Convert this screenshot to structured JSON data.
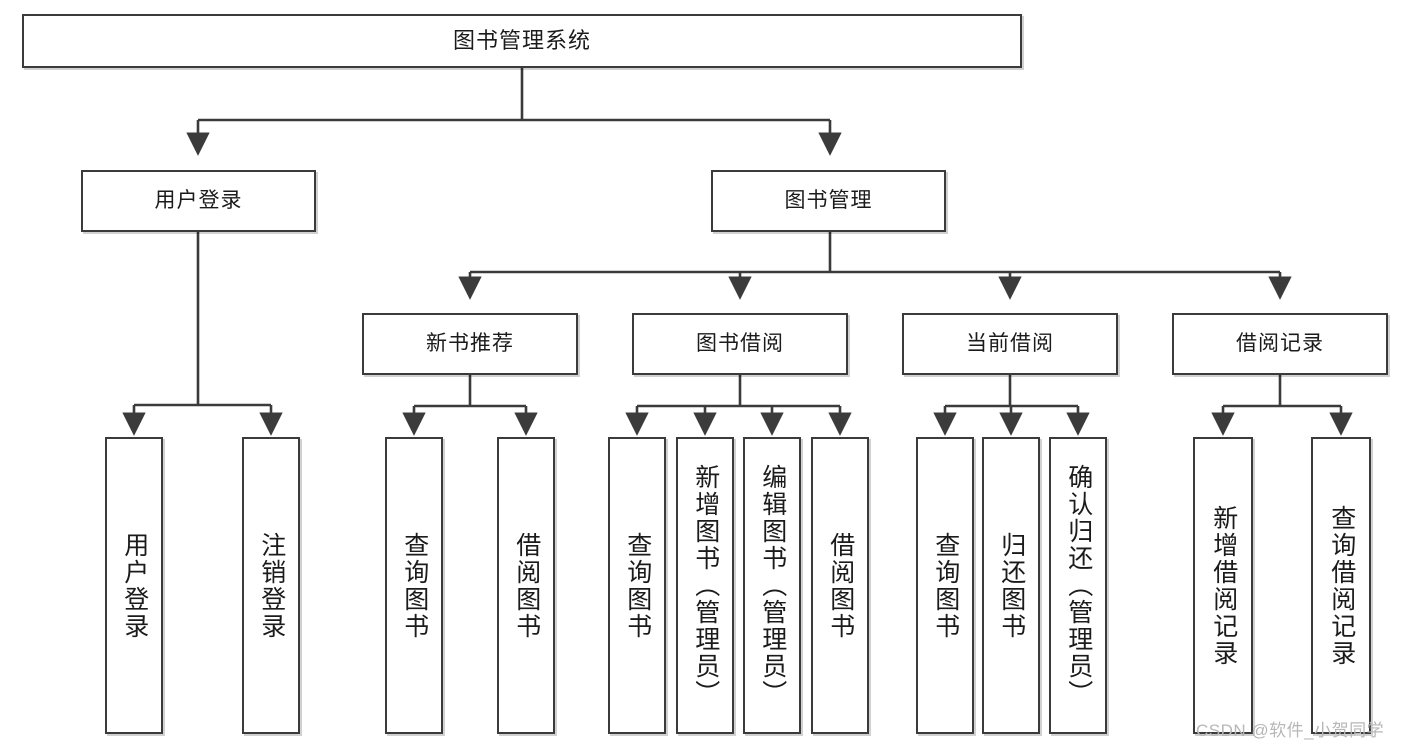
{
  "diagram": {
    "title": "图书管理系统",
    "type": "功能结构图",
    "root": {
      "label": "图书管理系统"
    },
    "level2": [
      {
        "label": "用户登录"
      },
      {
        "label": "图书管理"
      }
    ],
    "level3": [
      {
        "label": "新书推荐"
      },
      {
        "label": "图书借阅"
      },
      {
        "label": "当前借阅"
      },
      {
        "label": "借阅记录"
      }
    ],
    "leaves": {
      "user_login": [
        {
          "label": "用户登录"
        },
        {
          "label": "注销登录"
        }
      ],
      "new_book_recommend": [
        {
          "label": "查询图书"
        },
        {
          "label": "借阅图书"
        }
      ],
      "book_borrow": [
        {
          "label": "查询图书"
        },
        {
          "label": "新增图书（管理员）"
        },
        {
          "label": "编辑图书（管理员）"
        },
        {
          "label": "借阅图书"
        }
      ],
      "current_borrow": [
        {
          "label": "查询图书"
        },
        {
          "label": "归还图书"
        },
        {
          "label": "确认归还（管理员）"
        }
      ],
      "borrow_records": [
        {
          "label": "新增借阅记录"
        },
        {
          "label": "查询借阅记录"
        }
      ]
    }
  },
  "watermark": {
    "text": "CSDN @软件_小贺同学"
  },
  "colors": {
    "box_border": "#3b3b3b",
    "box_fill": "#ffffff",
    "line": "#3b3b3b",
    "text": "#1b1b1b",
    "watermark": "#b7b7b7"
  }
}
